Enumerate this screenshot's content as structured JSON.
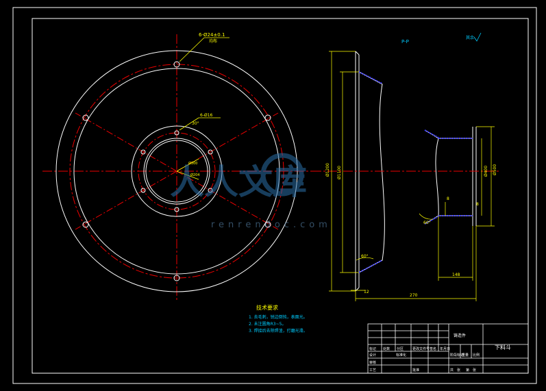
{
  "section_label": "P-P",
  "roughness_note": "其余",
  "dim_holes_outer": "6-Ø24±0.1",
  "dim_holes_outer_note": "均布",
  "dim_holes_inner": "6-Ø16",
  "dim_angle_inner": "30°",
  "dim_inner_pcd": "Ø300",
  "dim_inner_bore": "Ø204",
  "dim_outer_dia": "Ø1200",
  "dim_rim_dia": "Ø1100",
  "dim_hub_dia_a": "Ø500",
  "dim_hub_dia_b": "Ø400",
  "dim_hub_width": "8",
  "dim_angle_60_left": "60°",
  "dim_angle_60_right": "60°",
  "dim_thickness": "12",
  "dim_total": "270",
  "dim_hub_len": "148",
  "dim_small": "8",
  "tech_title": "技术要求",
  "tech_items": [
    "1. 去毛刺，锐边倒钝，表面光。",
    "2. 未注圆角R3~5。",
    "3. 焊接后去除焊渣，打磨光滑。"
  ],
  "watermark_text": "人人文库",
  "watermark_url": "renrendoc.com",
  "title_block": {
    "part_name": "下料斗",
    "material": "铸造件",
    "cells": [
      "标记",
      "处数",
      "分区",
      "更改文件号",
      "签名",
      "年月日",
      "设计",
      "标准化",
      "阶段标记",
      "重量",
      "比例",
      "审核",
      "工艺",
      "批准",
      "共",
      "张",
      "第",
      "张"
    ]
  }
}
